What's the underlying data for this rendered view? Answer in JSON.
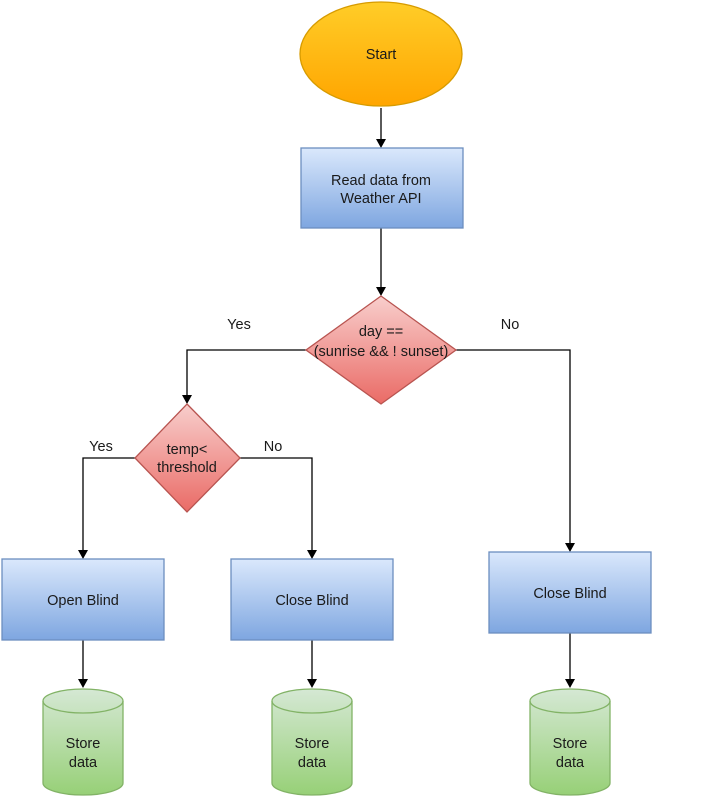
{
  "colors": {
    "start_fill_top": "#ffcd28",
    "start_fill_bottom": "#ffa500",
    "start_stroke": "#d79b00",
    "process_fill_top": "#dae8fc",
    "process_fill_bottom": "#7ea6e0",
    "process_stroke": "#6c8ebf",
    "decision_fill_top": "#f8cecc",
    "decision_fill_bottom": "#ea6b66",
    "decision_stroke": "#b85450",
    "storage_fill_top": "#d5e8d4",
    "storage_fill_bottom": "#97d077",
    "storage_stroke": "#82b366",
    "edge": "#000000"
  },
  "nodes": {
    "start": {
      "label": "Start"
    },
    "read_data": {
      "line1": "Read data from",
      "line2": "Weather API"
    },
    "decision_day": {
      "line1": "day ==",
      "line2": "(sunrise && ! sunset)"
    },
    "decision_temp": {
      "line1": "temp<",
      "line2": "threshold"
    },
    "open_blind": {
      "label": "Open Blind"
    },
    "close_blind_left": {
      "label": "Close Blind"
    },
    "close_blind_right": {
      "label": "Close Blind"
    },
    "store_1": {
      "line1": "Store",
      "line2": "data"
    },
    "store_2": {
      "line1": "Store",
      "line2": "data"
    },
    "store_3": {
      "line1": "Store",
      "line2": "data"
    }
  },
  "edges": {
    "day_yes": "Yes",
    "day_no": "No",
    "temp_yes": "Yes",
    "temp_no": "No"
  }
}
